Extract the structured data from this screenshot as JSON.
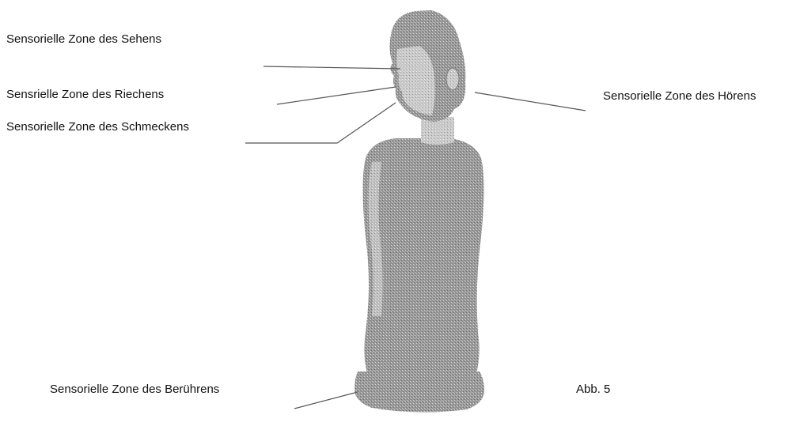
{
  "figure": {
    "caption": "Abb. 5",
    "labels": {
      "sehen": "Sensorielle Zone des Sehens",
      "riechen": "Sensrielle Zone des Riechens",
      "schmecken": "Sensorielle Zone des Schmeckens",
      "hoeren": "Sensorielle Zone des Hörens",
      "beruehren": "Sensorielle Zone des Berührens"
    },
    "colors": {
      "figure_fill": "#8c8c8c",
      "figure_highlight": "#c4c4c4",
      "leader_line": "#555555",
      "text": "#111111"
    }
  }
}
